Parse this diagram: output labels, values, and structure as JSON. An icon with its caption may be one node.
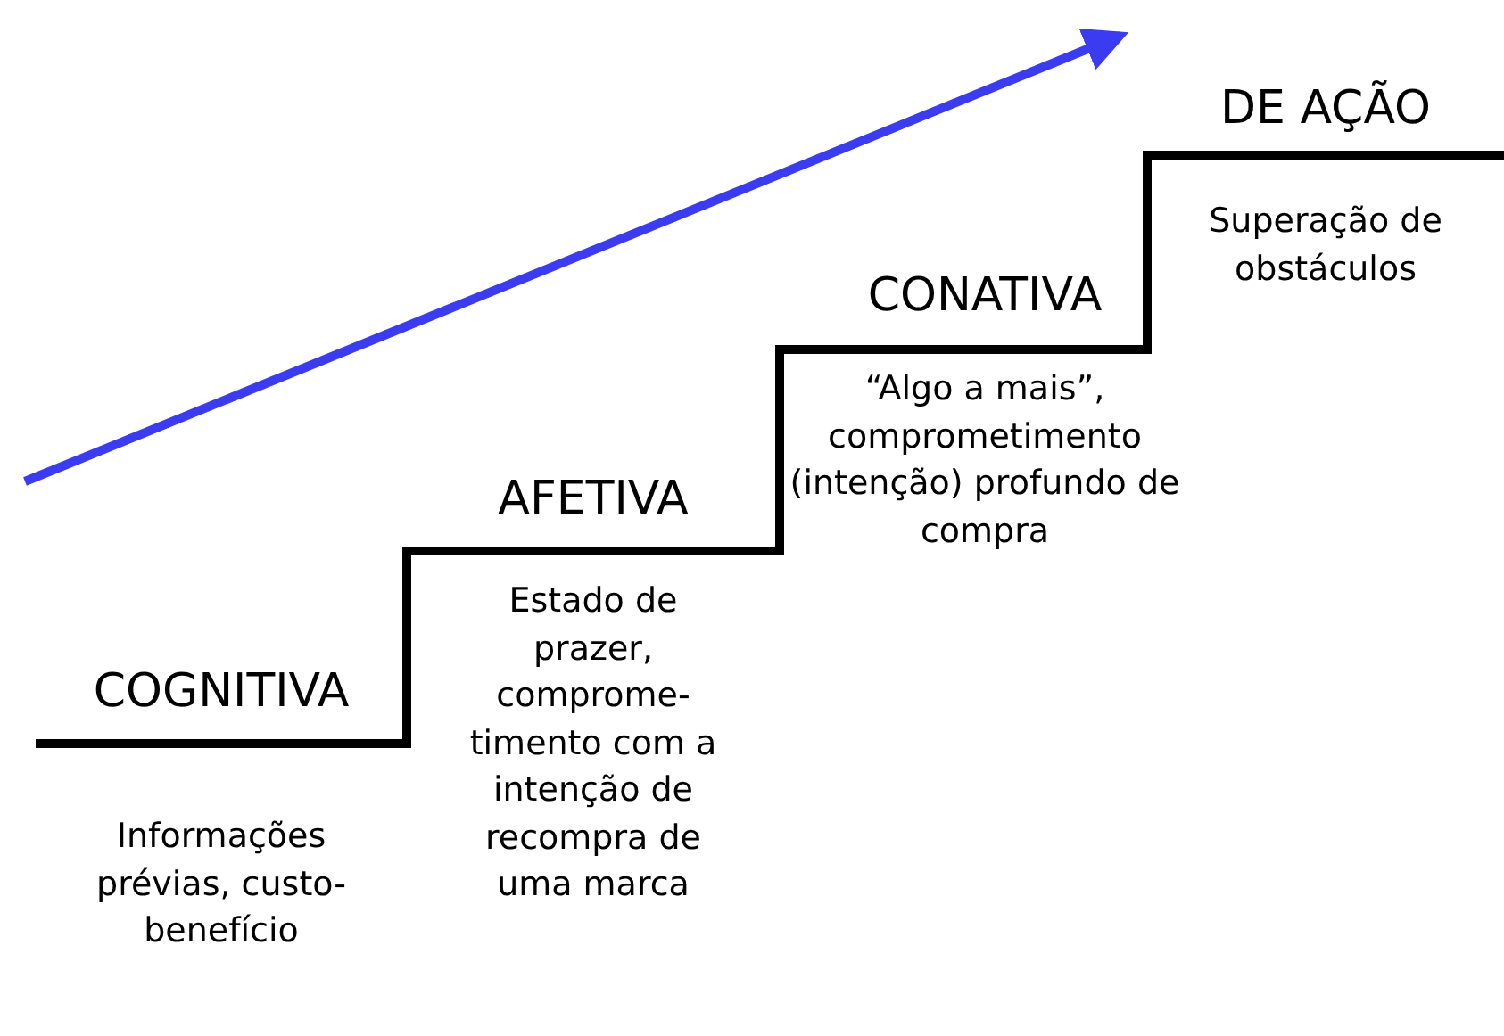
{
  "diagram": {
    "nodes": [
      {
        "text": [
          "COGNITIVA",
          "Informações prévias, custo-benefício"
        ]
      },
      {
        "text": [
          "AFETIVA",
          "Estado de prazer, comprome-timento com a intenção de recompra de uma marca"
        ]
      },
      {
        "text": [
          "CONATIVA",
          "“Algo a mais”, comprometimento (intenção) profundo de compra"
        ]
      },
      {
        "text": [
          "DE AÇÃO",
          "Superação de obstáculos"
        ]
      }
    ]
  }
}
